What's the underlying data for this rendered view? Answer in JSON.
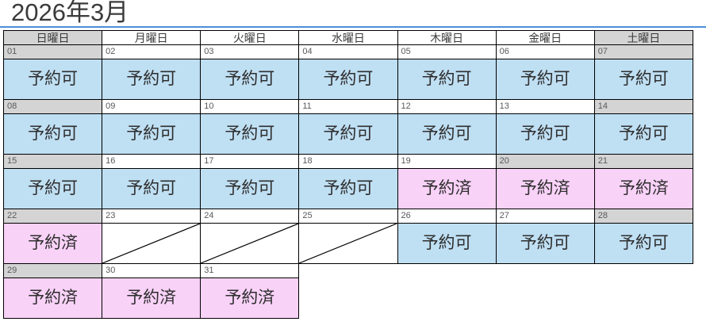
{
  "title": "2026年3月",
  "weekdays": [
    {
      "label": "日曜日",
      "weekend": true
    },
    {
      "label": "月曜日",
      "weekend": false
    },
    {
      "label": "火曜日",
      "weekend": false
    },
    {
      "label": "水曜日",
      "weekend": false
    },
    {
      "label": "木曜日",
      "weekend": false
    },
    {
      "label": "金曜日",
      "weekend": false
    },
    {
      "label": "土曜日",
      "weekend": true
    }
  ],
  "legend": {
    "available": "予約可",
    "booked": "予約済",
    "closed": ""
  },
  "colors": {
    "available_bg": "#bfdff3",
    "booked_bg": "#f9d2f8",
    "holiday_bg": "#d4d4d4",
    "rule": "#4a90d9",
    "border": "#000000",
    "daynum_text": "#58595b",
    "title_text": "#3b3b3b"
  },
  "weeks": [
    [
      {
        "day": "01",
        "status": "available",
        "text": "予約可",
        "holiday": true
      },
      {
        "day": "02",
        "status": "available",
        "text": "予約可",
        "holiday": false
      },
      {
        "day": "03",
        "status": "available",
        "text": "予約可",
        "holiday": false
      },
      {
        "day": "04",
        "status": "available",
        "text": "予約可",
        "holiday": false
      },
      {
        "day": "05",
        "status": "available",
        "text": "予約可",
        "holiday": false
      },
      {
        "day": "06",
        "status": "available",
        "text": "予約可",
        "holiday": false
      },
      {
        "day": "07",
        "status": "available",
        "text": "予約可",
        "holiday": true
      }
    ],
    [
      {
        "day": "08",
        "status": "available",
        "text": "予約可",
        "holiday": true
      },
      {
        "day": "09",
        "status": "available",
        "text": "予約可",
        "holiday": false
      },
      {
        "day": "10",
        "status": "available",
        "text": "予約可",
        "holiday": false
      },
      {
        "day": "11",
        "status": "available",
        "text": "予約可",
        "holiday": false
      },
      {
        "day": "12",
        "status": "available",
        "text": "予約可",
        "holiday": false
      },
      {
        "day": "13",
        "status": "available",
        "text": "予約可",
        "holiday": false
      },
      {
        "day": "14",
        "status": "available",
        "text": "予約可",
        "holiday": true
      }
    ],
    [
      {
        "day": "15",
        "status": "available",
        "text": "予約可",
        "holiday": true
      },
      {
        "day": "16",
        "status": "available",
        "text": "予約可",
        "holiday": false
      },
      {
        "day": "17",
        "status": "available",
        "text": "予約可",
        "holiday": false
      },
      {
        "day": "18",
        "status": "available",
        "text": "予約可",
        "holiday": false
      },
      {
        "day": "19",
        "status": "booked",
        "text": "予約済",
        "holiday": false
      },
      {
        "day": "20",
        "status": "booked",
        "text": "予約済",
        "holiday": true
      },
      {
        "day": "21",
        "status": "booked",
        "text": "予約済",
        "holiday": true
      }
    ],
    [
      {
        "day": "22",
        "status": "booked",
        "text": "予約済",
        "holiday": true
      },
      {
        "day": "23",
        "status": "closed",
        "text": "",
        "holiday": false
      },
      {
        "day": "24",
        "status": "closed",
        "text": "",
        "holiday": false
      },
      {
        "day": "25",
        "status": "closed",
        "text": "",
        "holiday": false
      },
      {
        "day": "26",
        "status": "available",
        "text": "予約可",
        "holiday": false
      },
      {
        "day": "27",
        "status": "available",
        "text": "予約可",
        "holiday": false
      },
      {
        "day": "28",
        "status": "available",
        "text": "予約可",
        "holiday": true
      }
    ],
    [
      {
        "day": "29",
        "status": "booked",
        "text": "予約済",
        "holiday": true
      },
      {
        "day": "30",
        "status": "booked",
        "text": "予約済",
        "holiday": false
      },
      {
        "day": "31",
        "status": "booked",
        "text": "予約済",
        "holiday": false
      },
      {
        "day": "",
        "status": "blank",
        "text": "",
        "holiday": false
      },
      {
        "day": "",
        "status": "blank",
        "text": "",
        "holiday": false
      },
      {
        "day": "",
        "status": "blank",
        "text": "",
        "holiday": false
      },
      {
        "day": "",
        "status": "blank",
        "text": "",
        "holiday": false
      }
    ]
  ]
}
